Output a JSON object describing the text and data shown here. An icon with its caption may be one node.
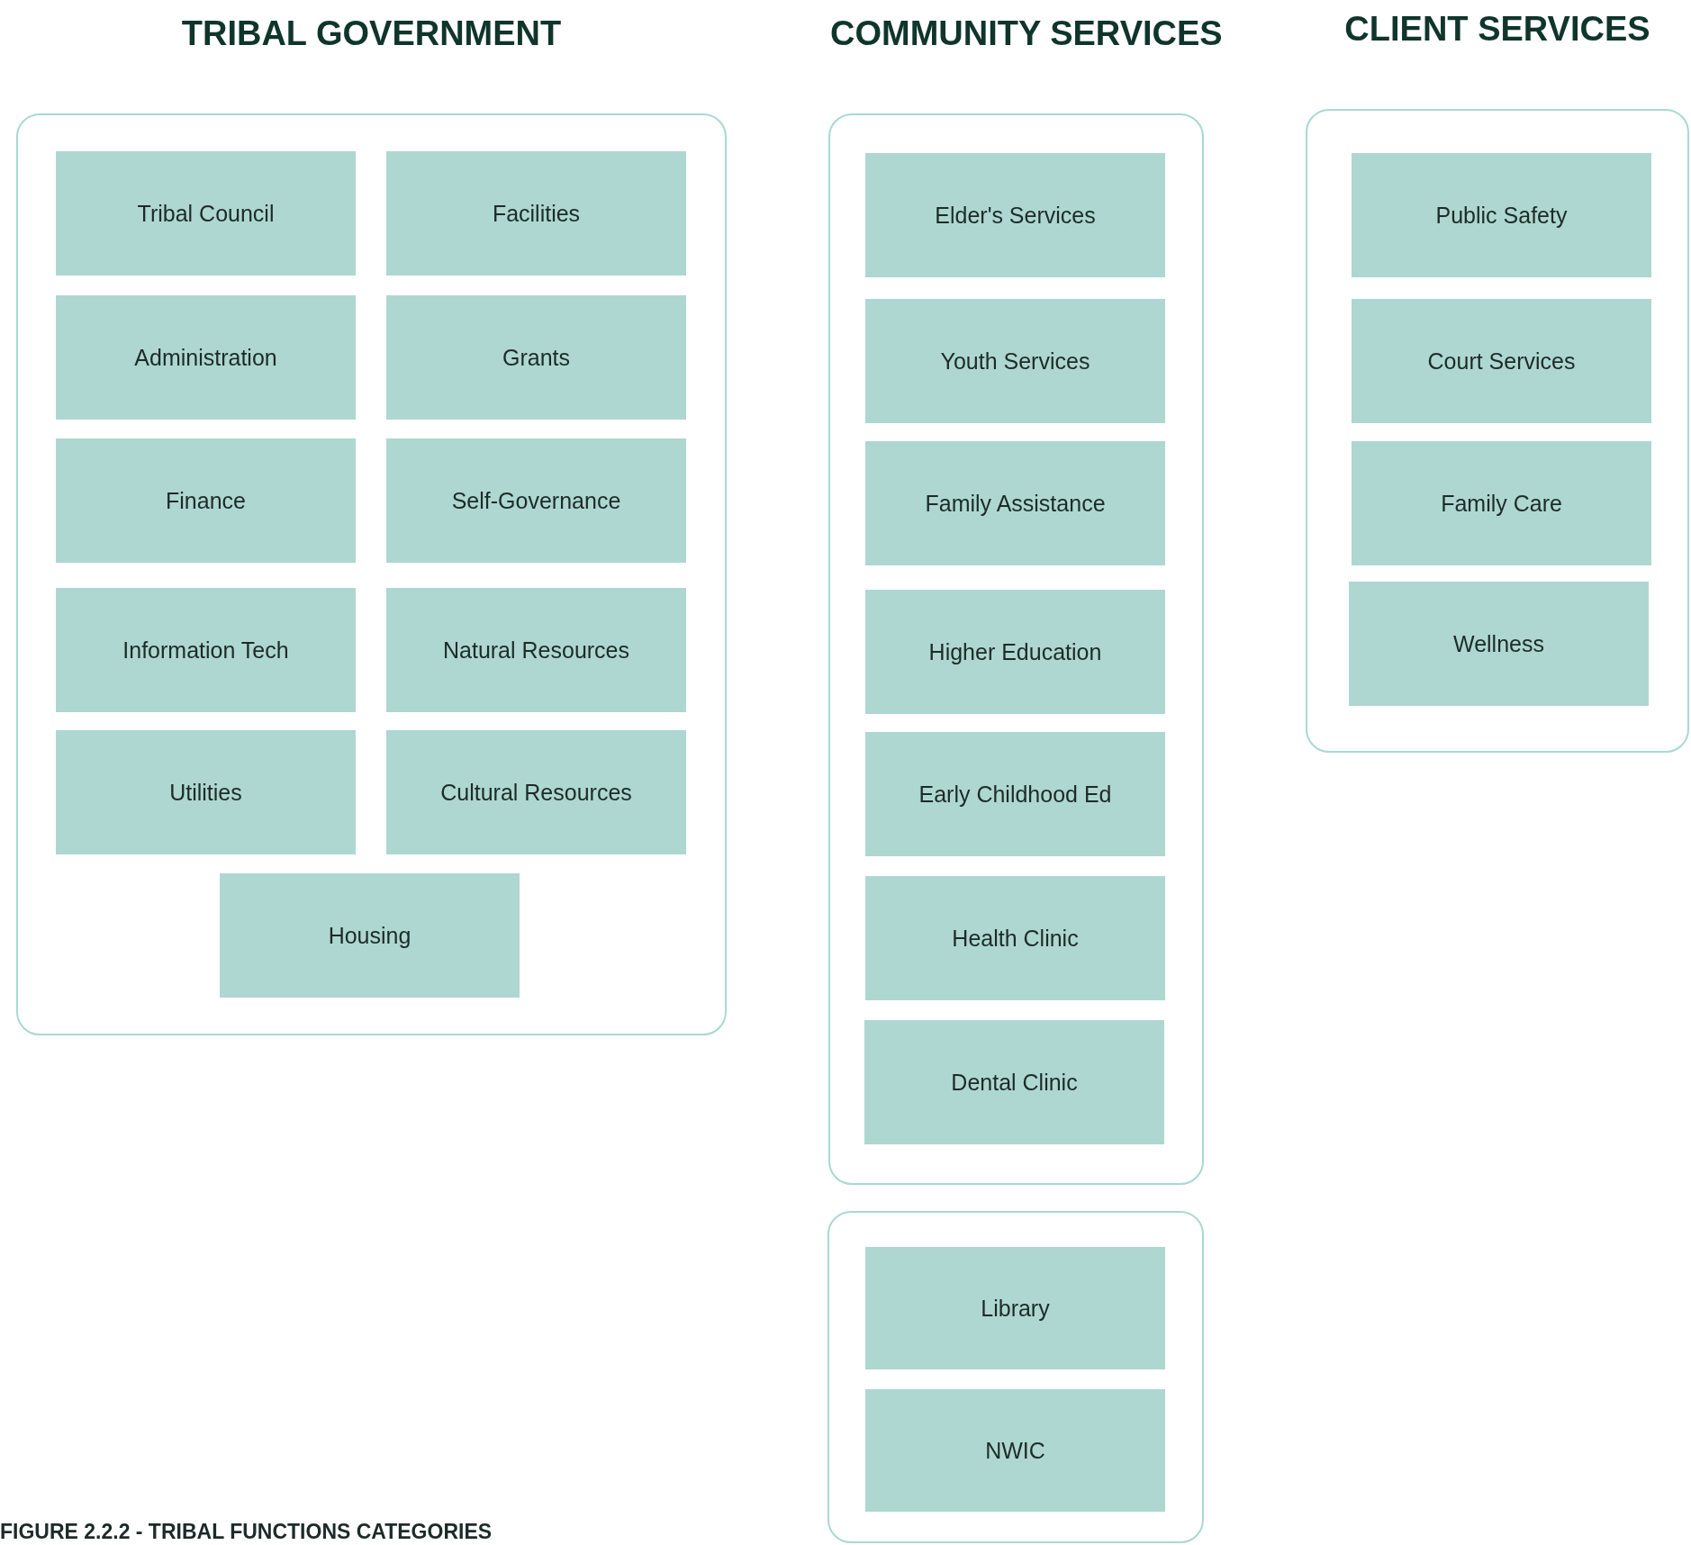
{
  "diagram": {
    "caption": "FIGURE 2.2.2 - TRIBAL FUNCTIONS CATEGORIES",
    "nodes": [
      {
        "text": [
          "TRIBAL GOVERNMENT"
        ]
      },
      {
        "text": [
          "Tribal Council"
        ],
        "in": 0
      },
      {
        "text": [
          "Facilities"
        ],
        "in": 0
      },
      {
        "text": [
          "Administration"
        ],
        "in": 0
      },
      {
        "text": [
          "Grants"
        ],
        "in": 0
      },
      {
        "text": [
          "Finance"
        ],
        "in": 0
      },
      {
        "text": [
          "Self-Governance"
        ],
        "in": 0
      },
      {
        "text": [
          "Information Tech"
        ],
        "in": 0
      },
      {
        "text": [
          "Natural Resources"
        ],
        "in": 0
      },
      {
        "text": [
          "Utilities"
        ],
        "in": 0
      },
      {
        "text": [
          "Cultural Resources"
        ],
        "in": 0
      },
      {
        "text": [
          "Housing"
        ],
        "in": 0
      },
      {
        "text": [
          "COMMUNITY SERVICES"
        ]
      },
      {
        "text": [
          "Elder's Services"
        ],
        "in": 12
      },
      {
        "text": [
          "Youth Services"
        ],
        "in": 12
      },
      {
        "text": [
          "Family Assistance"
        ],
        "in": 12
      },
      {
        "text": [
          "Higher Education"
        ],
        "in": 12
      },
      {
        "text": [
          "Early Childhood Ed"
        ],
        "in": 12
      },
      {
        "text": [
          "Health Clinic"
        ],
        "in": 12
      },
      {
        "text": [
          "Dental Clinic"
        ],
        "in": 12
      },
      {
        "text": [],
        "shape": "box"
      },
      {
        "text": [
          "Library"
        ],
        "in": 20
      },
      {
        "text": [
          "NWIC"
        ],
        "in": 20
      },
      {
        "text": [
          "CLIENT SERVICES"
        ]
      },
      {
        "text": [
          "Public Safety"
        ],
        "in": 23
      },
      {
        "text": [
          "Court Services"
        ],
        "in": 23
      },
      {
        "text": [
          "Family Care"
        ],
        "in": 23
      },
      {
        "text": [
          "Wellness"
        ],
        "in": 23
      }
    ],
    "edges": []
  }
}
